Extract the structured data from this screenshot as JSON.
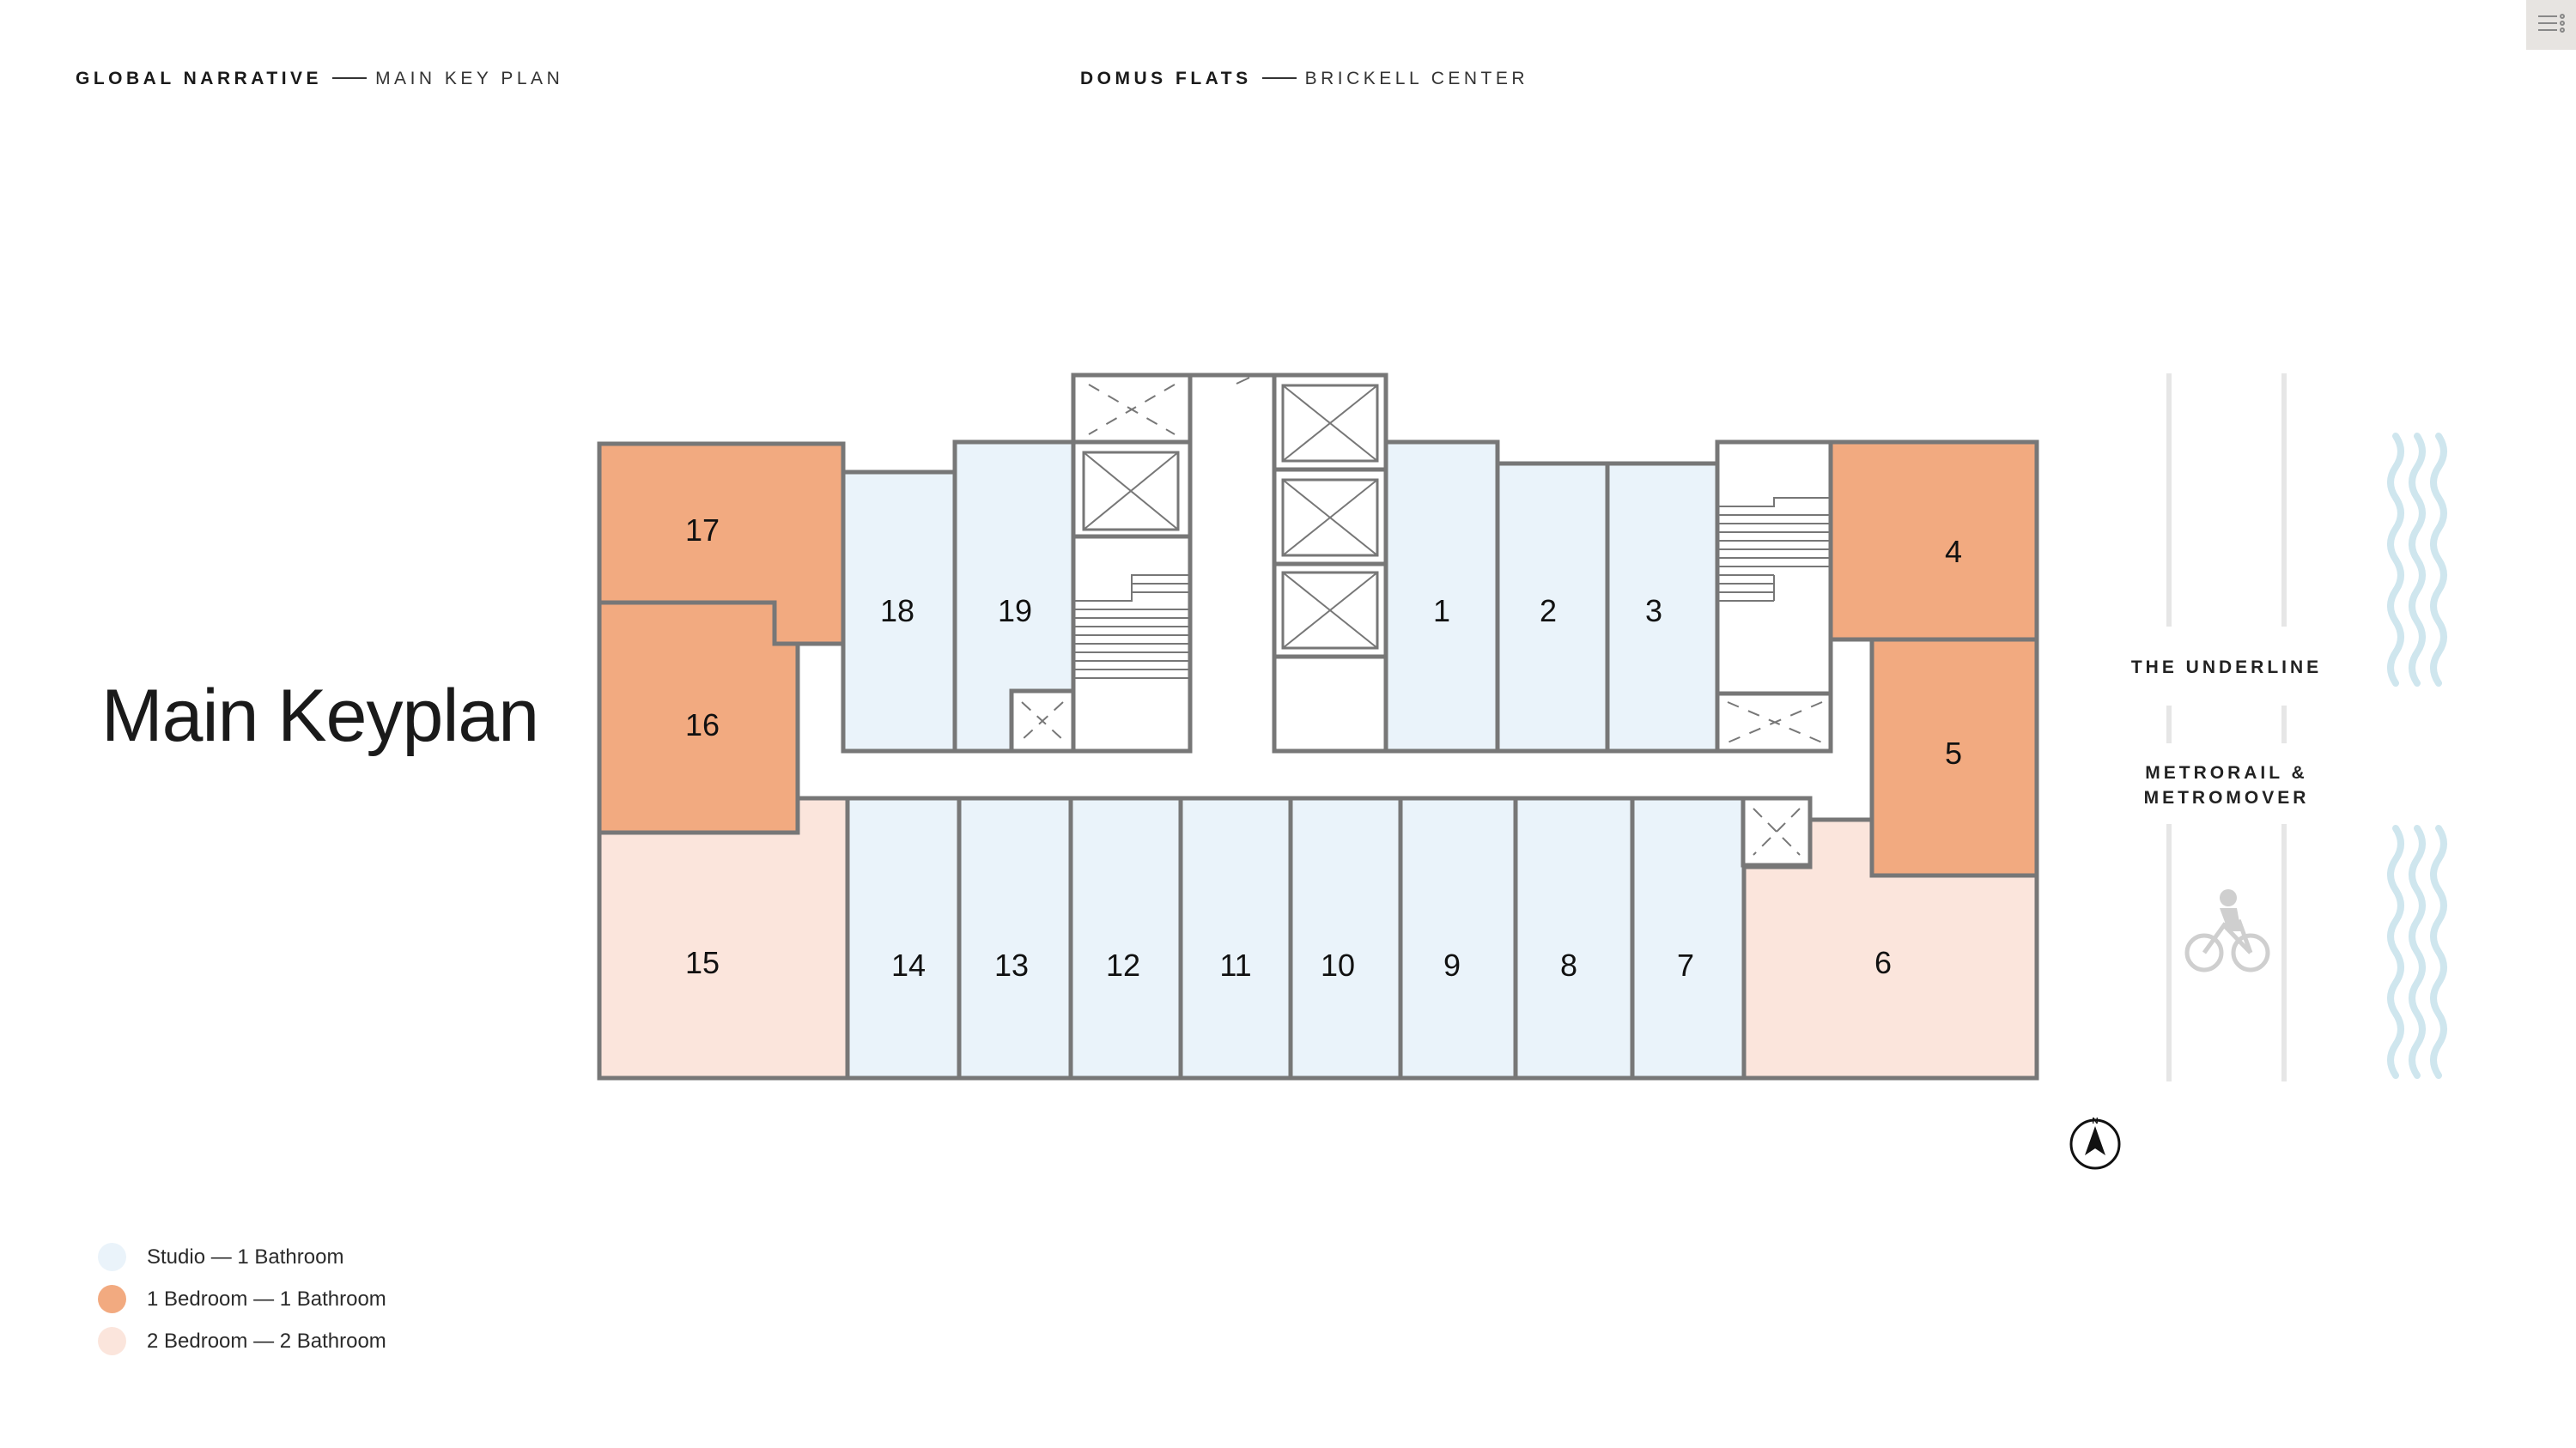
{
  "header": {
    "left_bold": "GLOBAL NARRATIVE",
    "left_light": "MAIN KEY PLAN",
    "center_bold": "DOMUS FLATS",
    "center_light": "BRICKELL CENTER"
  },
  "title": "Main Keyplan",
  "legend": [
    {
      "label": "Studio  — 1 Bathroom",
      "color": "#eaf3fa"
    },
    {
      "label": "1 Bedroom — 1 Bathroom",
      "color": "#f2aa80"
    },
    {
      "label": "2 Bedroom — 2 Bathroom",
      "color": "#fbe5dc"
    }
  ],
  "units": [
    {
      "label": "1",
      "type": "studio"
    },
    {
      "label": "2",
      "type": "studio"
    },
    {
      "label": "3",
      "type": "studio"
    },
    {
      "label": "4",
      "type": "1br"
    },
    {
      "label": "5",
      "type": "1br"
    },
    {
      "label": "6",
      "type": "2br"
    },
    {
      "label": "7",
      "type": "studio"
    },
    {
      "label": "8",
      "type": "studio"
    },
    {
      "label": "9",
      "type": "studio"
    },
    {
      "label": "10",
      "type": "studio"
    },
    {
      "label": "11",
      "type": "studio"
    },
    {
      "label": "12",
      "type": "studio"
    },
    {
      "label": "13",
      "type": "studio"
    },
    {
      "label": "14",
      "type": "studio"
    },
    {
      "label": "15",
      "type": "2br"
    },
    {
      "label": "16",
      "type": "1br"
    },
    {
      "label": "17",
      "type": "1br"
    },
    {
      "label": "18",
      "type": "studio"
    },
    {
      "label": "19",
      "type": "studio"
    }
  ],
  "streets": {
    "label_1": "THE UNDERLINE",
    "label_2_line1": "METRORAIL &",
    "label_2_line2": "METROMOVER"
  },
  "north_label": "N",
  "colors": {
    "studio": "#eaf3fa",
    "one_bedroom": "#f2aa80",
    "two_bedroom": "#fbe5dc",
    "wall": "#777777",
    "water": "#cfe6ee",
    "street": "#e6e6e6"
  },
  "icons": [
    "menu-icon",
    "bicycle-icon",
    "water-wave-icon",
    "north-arrow-icon",
    "elevator-icon",
    "stairs-icon"
  ]
}
